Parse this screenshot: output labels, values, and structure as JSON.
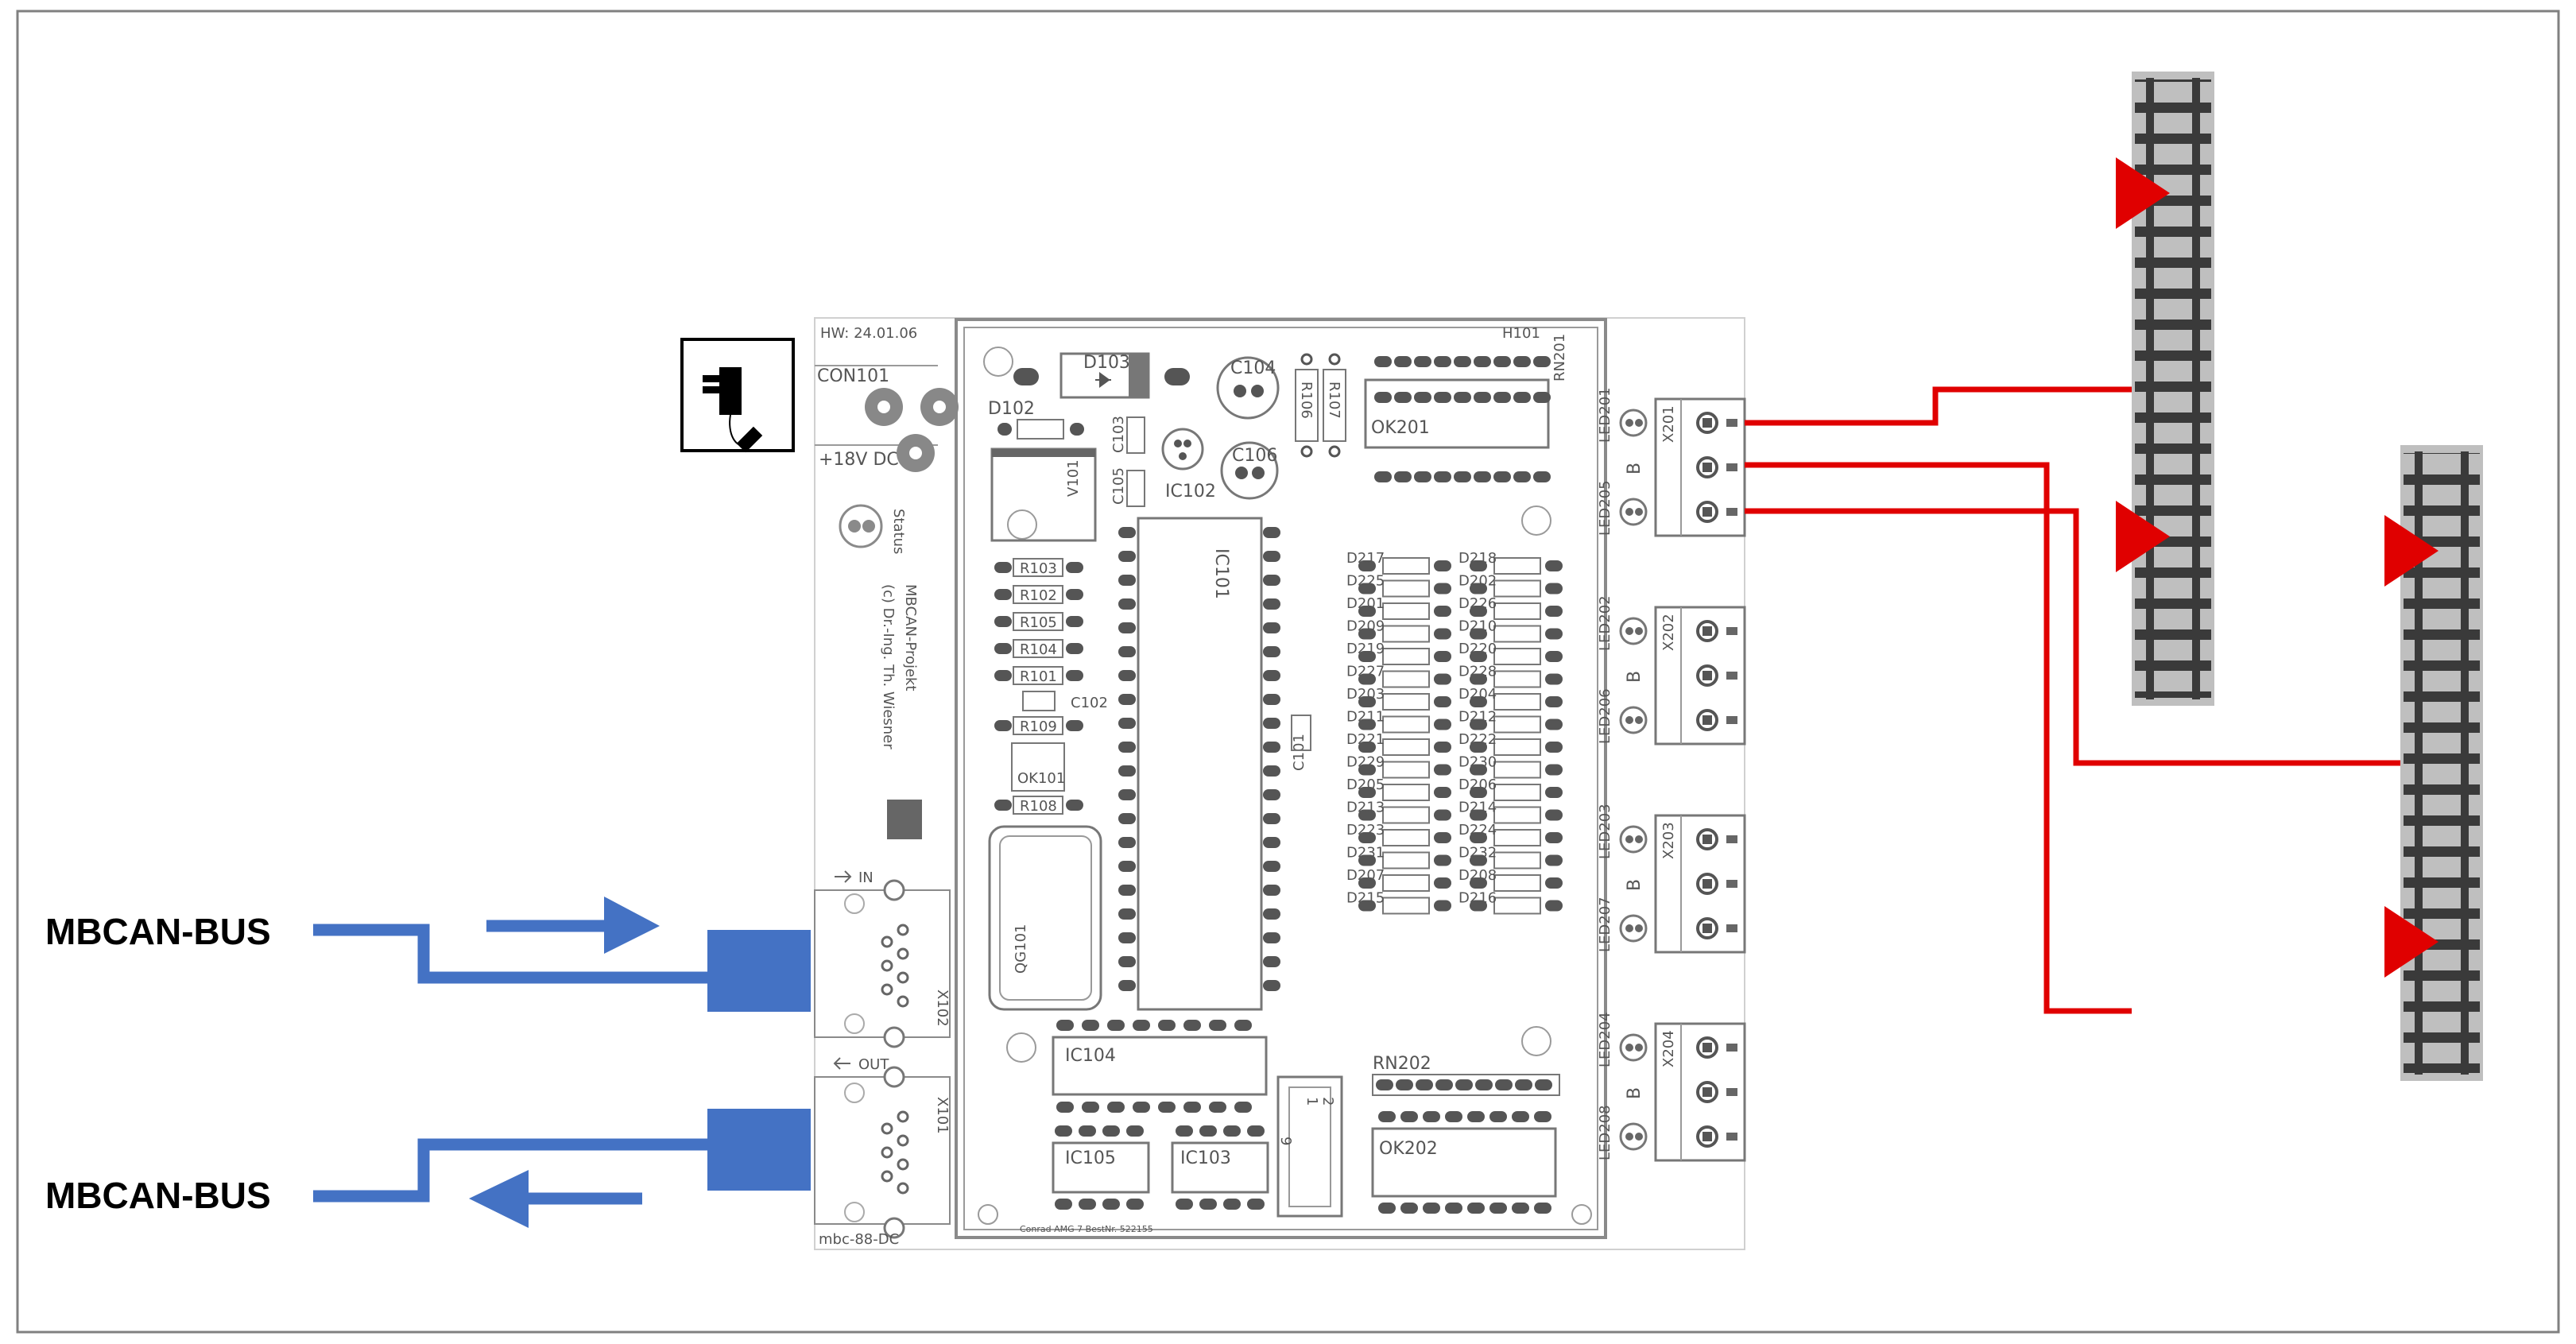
{
  "bus": {
    "in_label": "MBCAN-BUS",
    "out_label": "MBCAN-BUS"
  },
  "pcb": {
    "hw_date": "HW: 24.01.06",
    "con101": "CON101",
    "supply": "+18V DC",
    "status": "Status",
    "credits_project": "MBCAN-Projekt",
    "credits_author": "(c) Dr.-Ing. Th. Wiesner",
    "board_name": "mbc-88-DC",
    "order_no": "Conrad AMG 7 BestNr. 522155",
    "in_label": "IN",
    "out_label": "OUT",
    "h101": "H101",
    "ic101": "IC101",
    "ic102": "IC102",
    "ic103": "IC103",
    "ic104": "IC104",
    "ic105": "IC105",
    "ok101": "OK101",
    "ok201": "OK201",
    "ok202": "OK202",
    "rn201": "RN201",
    "rn202": "RN202",
    "qg101": "QG101",
    "v101": "V101",
    "d102": "D102",
    "d103": "D103",
    "c101": "C101",
    "c102": "C102",
    "c103": "C103",
    "c104": "C104",
    "c105": "C105",
    "c106": "C106",
    "r106": "R106",
    "r107": "R107",
    "x101": "X101",
    "x102": "X102",
    "resistors": [
      "R103",
      "R102",
      "R105",
      "R104",
      "R101"
    ],
    "r109": "R109",
    "r108": "R108",
    "connectors": [
      {
        "id": "X201",
        "led_top": "LED201",
        "led_bottom": "LED205",
        "mid": "B"
      },
      {
        "id": "X202",
        "led_top": "LED202",
        "led_bottom": "LED206",
        "mid": "B"
      },
      {
        "id": "X203",
        "led_top": "LED203",
        "led_bottom": "LED207",
        "mid": "B"
      },
      {
        "id": "X204",
        "led_top": "LED204",
        "led_bottom": "LED208",
        "mid": "B"
      }
    ],
    "diodes_left": [
      "D217",
      "D225",
      "D201",
      "D209",
      "D219",
      "D227",
      "D203",
      "D211",
      "D221",
      "D229",
      "D205",
      "D213",
      "D223",
      "D231",
      "D207",
      "D215"
    ],
    "diodes_right": [
      "D218",
      "D202",
      "D226",
      "D210",
      "D220",
      "D228",
      "D204",
      "D212",
      "D222",
      "D230",
      "D206",
      "D214",
      "D224",
      "D232",
      "D208",
      "D216"
    ],
    "hdr_pin1": "1",
    "hdr_pin2": "2",
    "hdr_pin9": "9"
  },
  "colors": {
    "bus": "#4472c4",
    "wire": "#e00000",
    "track_bg": "#bfbfbf",
    "rail": "#3a3a3a",
    "frame": "#808080"
  },
  "icons": [
    "power-adapter-icon",
    "arrow-in-icon",
    "arrow-out-icon"
  ]
}
